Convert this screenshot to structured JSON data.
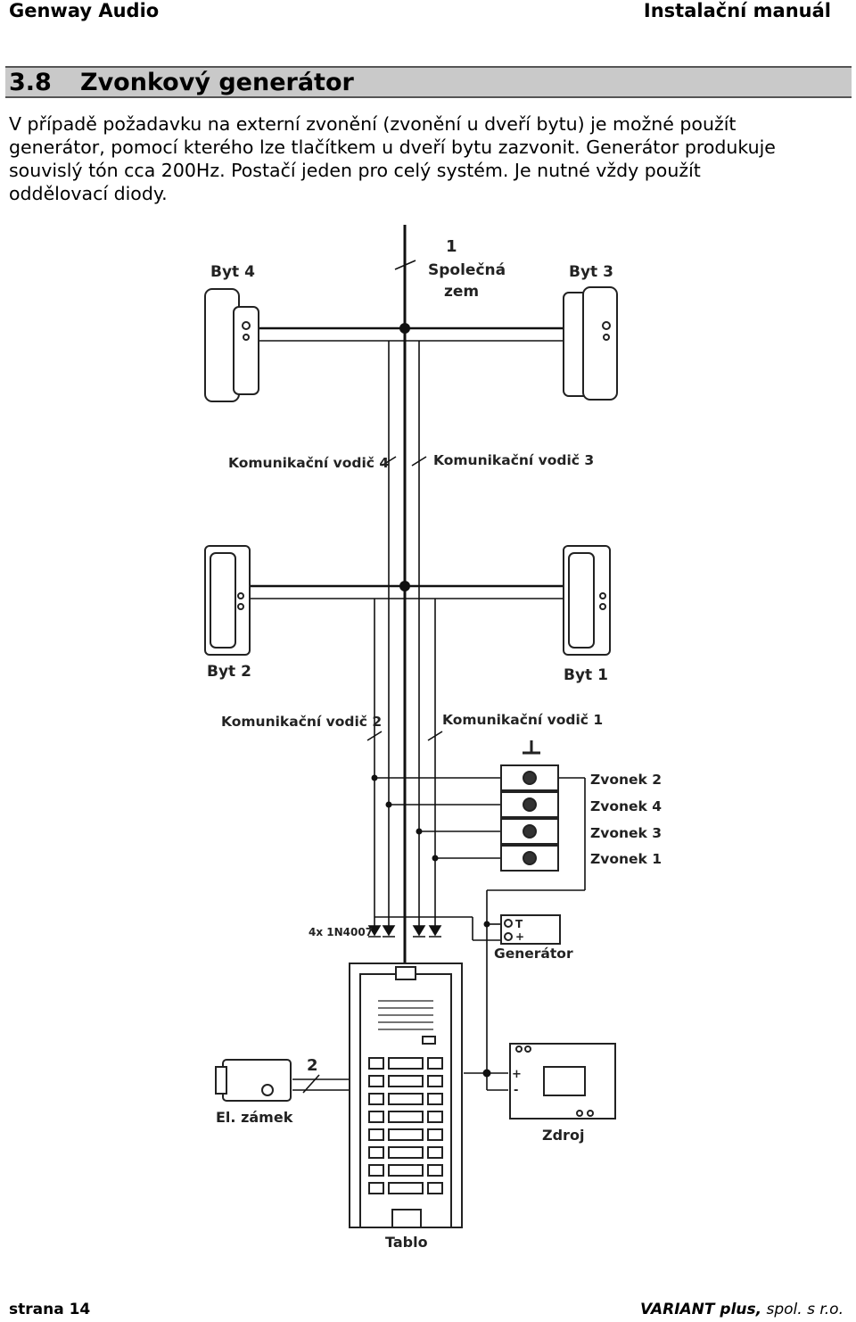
{
  "header": {
    "left": "Genway Audio",
    "right": "Instalační manuál"
  },
  "section": {
    "number": "3.8",
    "title": "Zvonkový generátor"
  },
  "paragraph": [
    "V případě požadavku na externí zvonění (zvonění u dveří bytu) je možné použít",
    "generátor, pomocí kterého lze tlačítkem u dveří bytu zazvonit. Generátor produkuje",
    "souvislý tón cca 200Hz. Postačí jeden pro celý systém. Je nutné vždy použít",
    "oddělovací diody."
  ],
  "diagram": {
    "label_1": "1",
    "label_ground_1": "Společná",
    "label_ground_2": "zem",
    "byt4": "Byt 4",
    "byt3": "Byt 3",
    "byt2": "Byt 2",
    "byt1": "Byt 1",
    "vodic4": "Komunikační vodič 4",
    "vodic3": "Komunikační vodič 3",
    "vodic2": "Komunikační vodič 2",
    "vodic1": "Komunikační vodič 1",
    "zvonek2": "Zvonek 2",
    "zvonek4": "Zvonek 4",
    "zvonek3": "Zvonek 3",
    "zvonek1": "Zvonek 1",
    "diodes": "4x 1N4007",
    "generator": "Generátor",
    "gen_t": "T",
    "gen_plus": "+",
    "label_2": "2",
    "zamek": "El. zámek",
    "zdroj": "Zdroj",
    "zdroj_plus": "+",
    "zdroj_minus": "-",
    "tablo": "Tablo"
  },
  "footer": {
    "left": "strana 14",
    "right_brand": "VARIANT plus,",
    "right_rest": " spol. s r.o."
  }
}
